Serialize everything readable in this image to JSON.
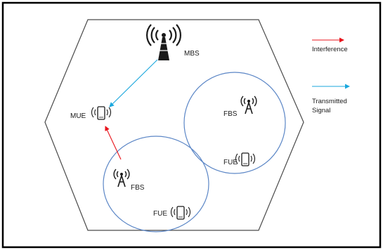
{
  "labels": {
    "mbs": "MBS",
    "mue": "MUE",
    "fbs_upper": "FBS",
    "fue_upper": "FUE",
    "fbs_lower": "FBS",
    "fue_lower": "FUE"
  },
  "legend": {
    "interference": "Interference",
    "transmitted_line1": "Transmitted",
    "transmitted_line2": "Signal"
  },
  "colors": {
    "interference": "#e8141c",
    "transmitted": "#1aa7dd",
    "cell_border": "#4a4a4a",
    "femtocell_border": "#5b86c6",
    "frame": "#000000"
  },
  "icons": {
    "macro_base_station": "tower-with-radio-waves-icon",
    "femto_base_station": "small-antenna-with-radio-waves-icon",
    "user_equipment": "phone-with-radio-waves-icon"
  }
}
